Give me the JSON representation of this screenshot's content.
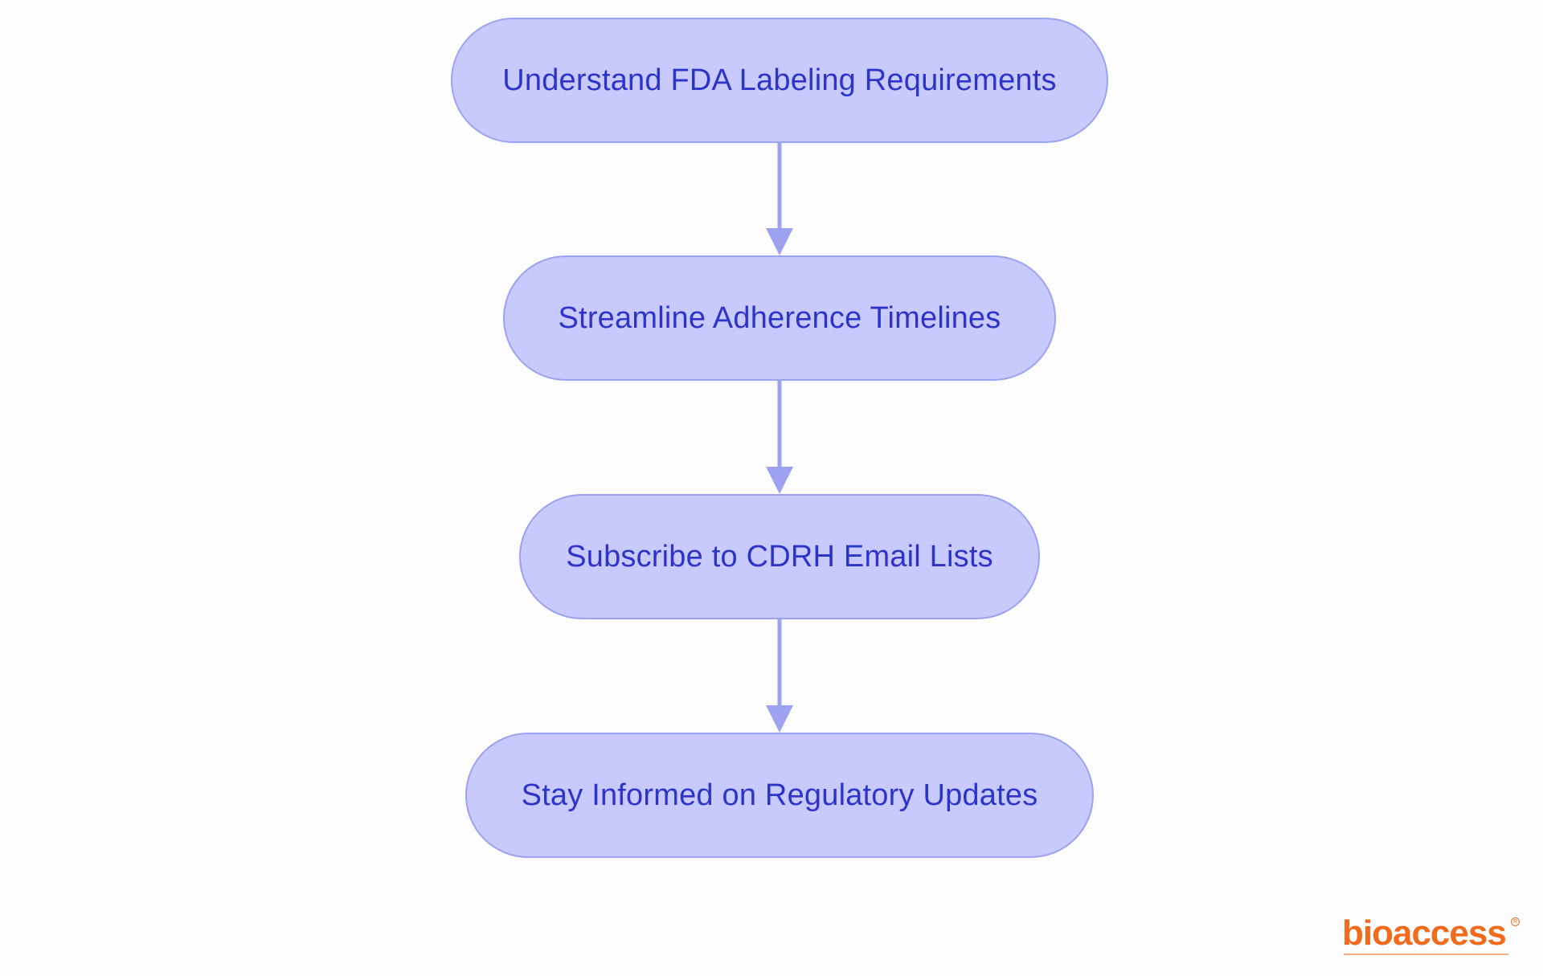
{
  "diagram": {
    "nodes": [
      {
        "label": "Understand FDA Labeling Requirements"
      },
      {
        "label": "Streamline Adherence Timelines"
      },
      {
        "label": "Subscribe to CDRH Email Lists"
      },
      {
        "label": "Stay Informed on Regulatory Updates"
      }
    ],
    "edges": [
      {
        "from": 0,
        "to": 1
      },
      {
        "from": 1,
        "to": 2
      },
      {
        "from": 2,
        "to": 3
      }
    ]
  },
  "logo": {
    "word": "bioaccess",
    "registered_mark": "R"
  },
  "colors": {
    "node_fill": "#c8cafe",
    "node_border": "#9ca2f0",
    "node_text": "#2e34c8",
    "arrow": "#9ca2f0",
    "logo": "#f26b1d"
  }
}
